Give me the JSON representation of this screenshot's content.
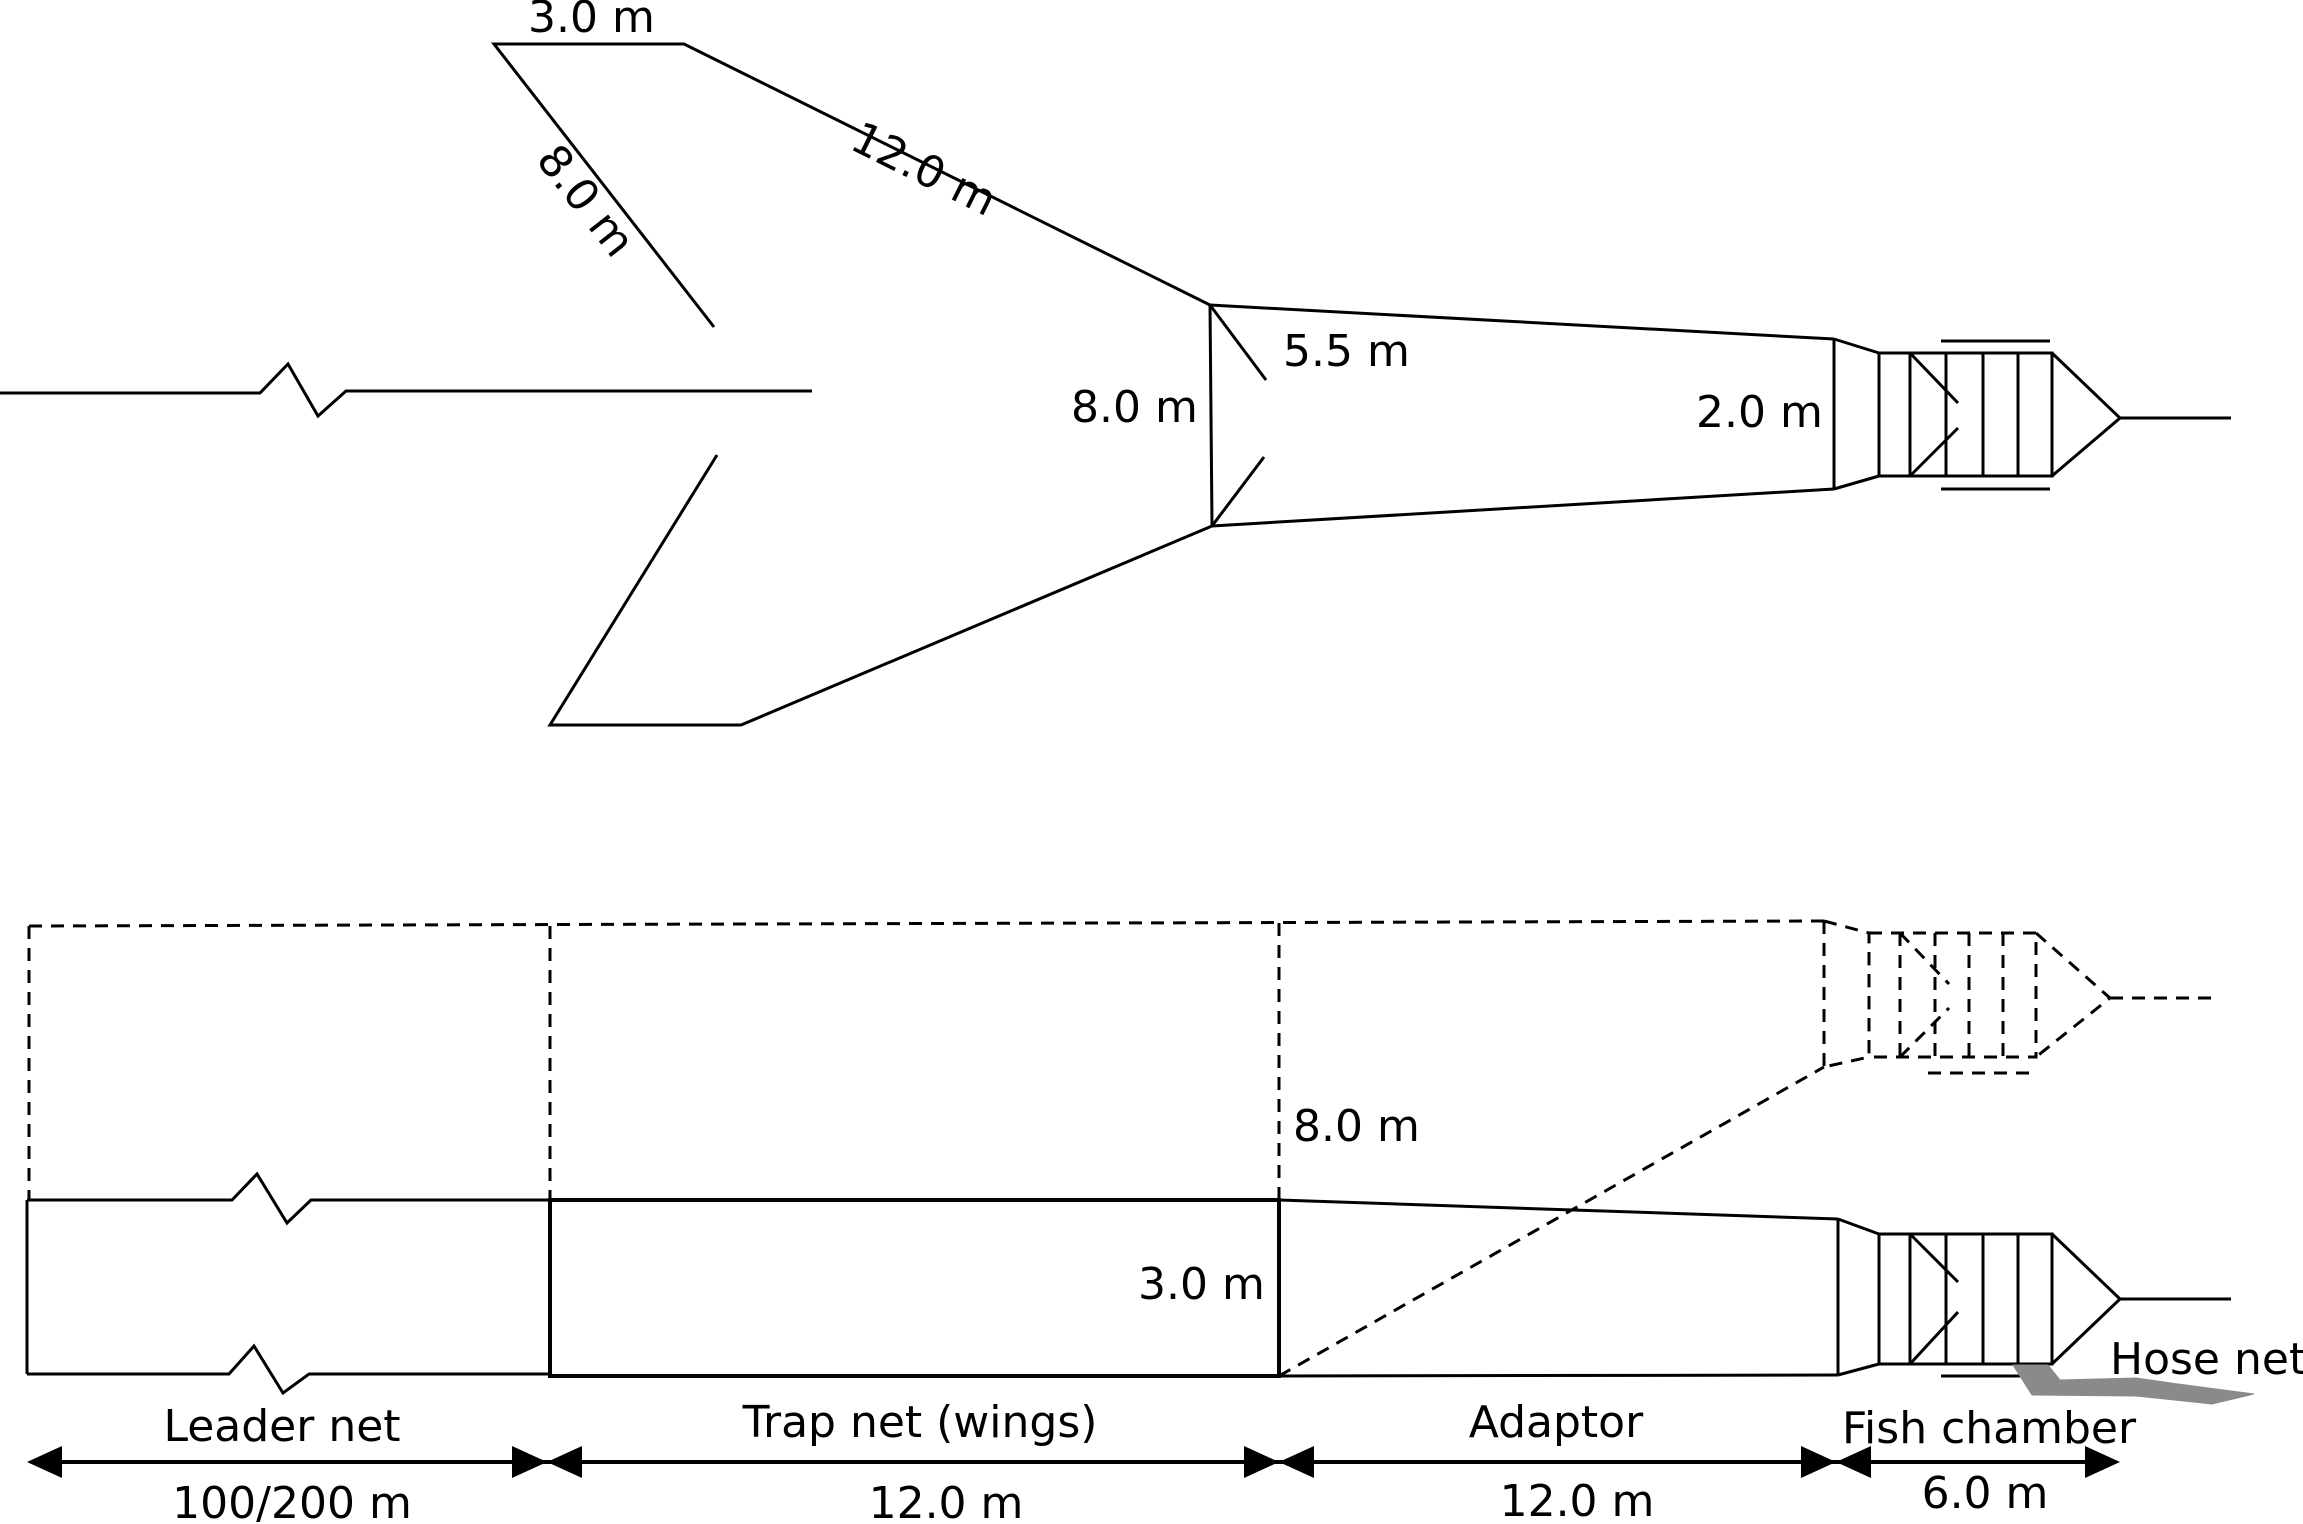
{
  "top_view": {
    "wing_end_width": "3.0 m",
    "wing_length": "12.0 m",
    "wing_return": "8.0 m",
    "trap_mouth": "8.0 m",
    "inner_funnel": "5.5 m",
    "adaptor_end": "2.0 m"
  },
  "side_view": {
    "full_depth": "8.0 m",
    "trap_depth": "3.0 m",
    "hose_net_label": "Hose net",
    "hose_net_color": "#8a8a8a"
  },
  "sections": [
    {
      "name": "Leader net",
      "length": "100/200 m"
    },
    {
      "name": "Trap net (wings)",
      "length": "12.0 m"
    },
    {
      "name": "Adaptor",
      "length": "12.0 m"
    },
    {
      "name": "Fish chamber",
      "length": "6.0 m"
    }
  ]
}
